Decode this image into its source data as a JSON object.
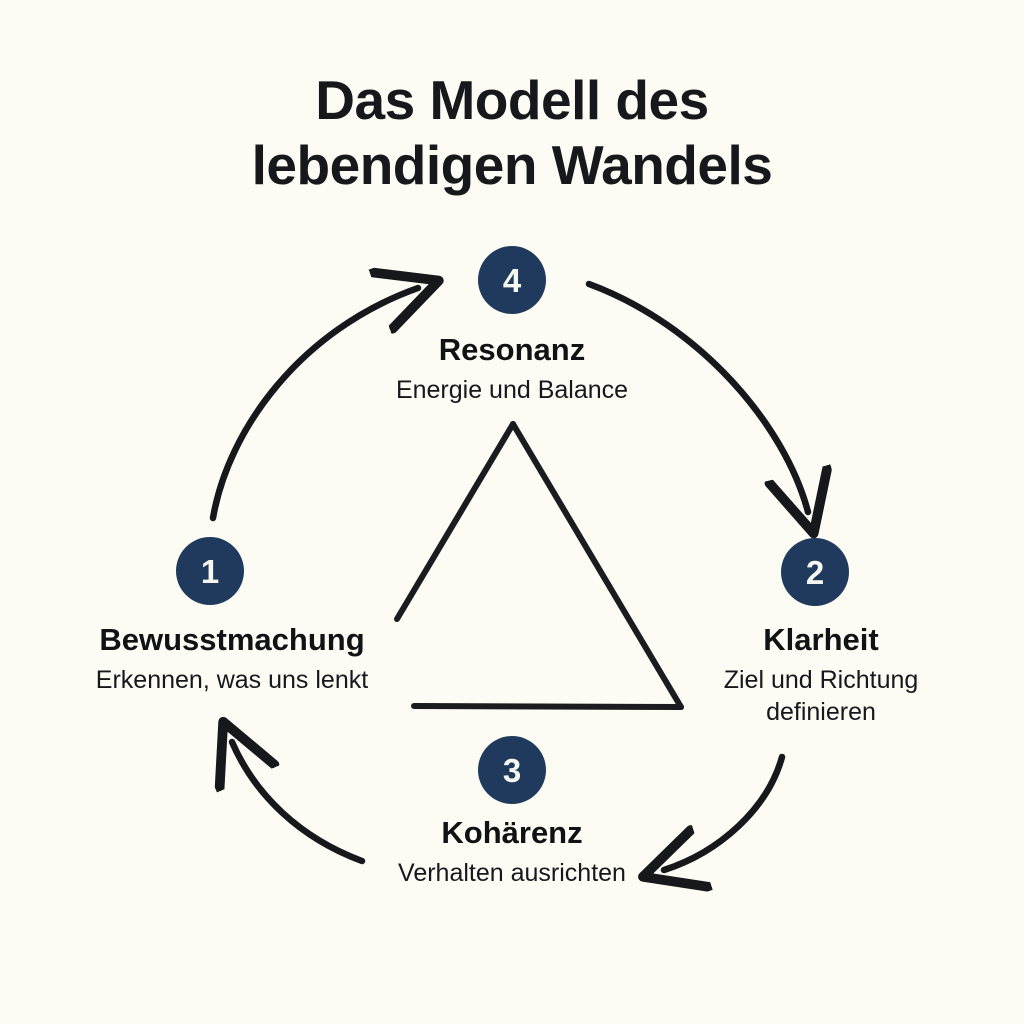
{
  "page": {
    "background_color": "#FDFCF4",
    "accent_color": "#1F3A5C",
    "text_color": "#101214",
    "stroke_color": "#16181C"
  },
  "title": {
    "line1": "Das Modell des",
    "line2": "lebendigen Wandels"
  },
  "nodes": [
    {
      "number": "1",
      "title": "Bewusstmachung",
      "subtitle_line1": "Erkennen, was uns lenkt",
      "subtitle_line2": ""
    },
    {
      "number": "2",
      "title": "Klarheit",
      "subtitle_line1": "Ziel und Richtung",
      "subtitle_line2": "definieren"
    },
    {
      "number": "3",
      "title": "Kohärenz",
      "subtitle_line1": "Verhalten ausrichten",
      "subtitle_line2": ""
    },
    {
      "number": "4",
      "title": "Resonanz",
      "subtitle_line1": "Energie und Balance",
      "subtitle_line2": ""
    }
  ],
  "shapes": {
    "center_triangle": "open outlined triangle",
    "cycle_direction": "1 -> 4 -> 2 -> 3 -> 1",
    "arrows": [
      {
        "from": "1",
        "to": "4",
        "direction": "up-right"
      },
      {
        "from": "4",
        "to": "2",
        "direction": "down-right"
      },
      {
        "from": "2",
        "to": "3",
        "direction": "down-left"
      },
      {
        "from": "3",
        "to": "1",
        "direction": "up-left"
      }
    ]
  }
}
